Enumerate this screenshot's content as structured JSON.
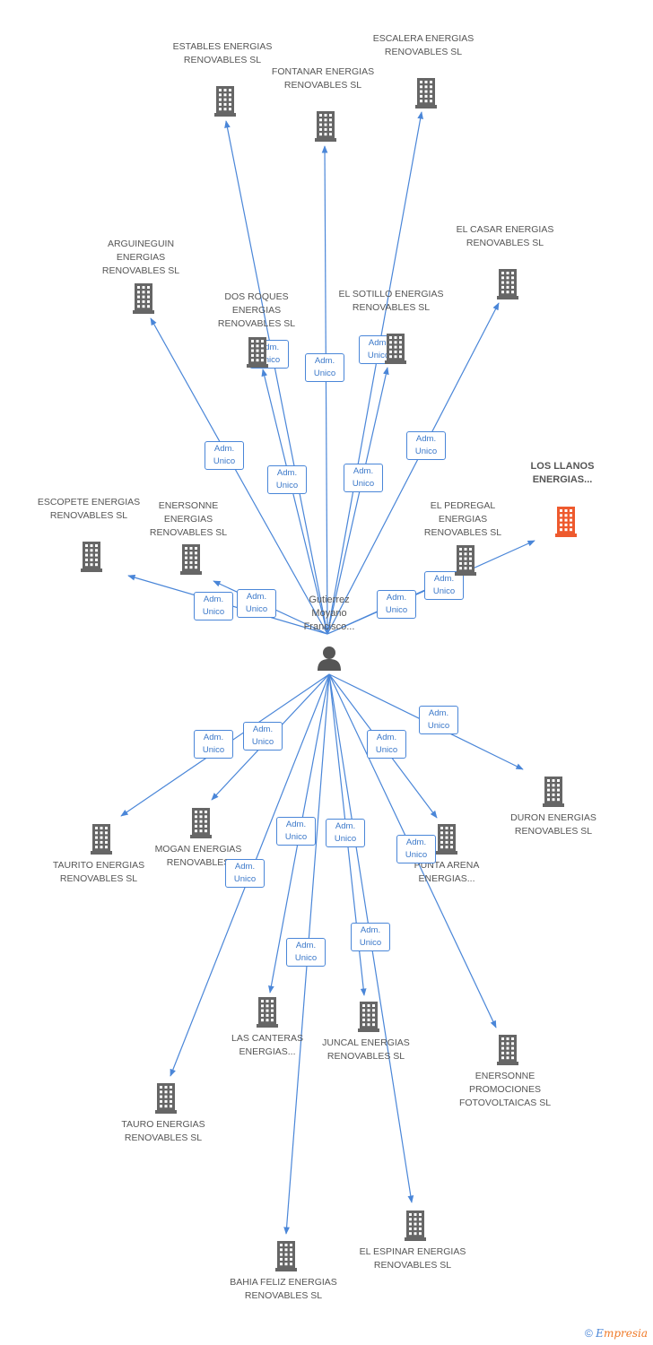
{
  "colors": {
    "edge": "#4a86d8",
    "building": "#666666",
    "focus": "#ee5a2e",
    "person": "#555555"
  },
  "person": {
    "label": "Gutierrez Moyano Francisco...",
    "icon": "person-icon"
  },
  "role_label_line1": "Adm.",
  "role_label_line2": "Unico",
  "nodes": [
    {
      "id": "estables",
      "label": "ESTABLES ENERGIAS RENOVABLES SL"
    },
    {
      "id": "fontanar",
      "label": "FONTANAR ENERGIAS RENOVABLES SL"
    },
    {
      "id": "escalera",
      "label": "ESCALERA ENERGIAS RENOVABLES SL"
    },
    {
      "id": "arguineguin",
      "label": "ARGUINEGUIN ENERGIAS RENOVABLES SL"
    },
    {
      "id": "el-casar",
      "label": "EL CASAR ENERGIAS RENOVABLES SL"
    },
    {
      "id": "dos-roques",
      "label": "DOS ROQUES ENERGIAS RENOVABLES SL"
    },
    {
      "id": "el-sotillo",
      "label": "EL SOTILLO ENERGIAS RENOVABLES SL"
    },
    {
      "id": "los-llanos",
      "label": "LOS LLANOS ENERGIAS...",
      "focus": true
    },
    {
      "id": "escopete",
      "label": "ESCOPETE ENERGIAS RENOVABLES SL"
    },
    {
      "id": "enersonne",
      "label": "ENERSONNE ENERGIAS RENOVABLES SL"
    },
    {
      "id": "el-pedregal",
      "label": "EL PEDREGAL ENERGIAS RENOVABLES SL"
    },
    {
      "id": "duron",
      "label": "DURON ENERGIAS RENOVABLES SL"
    },
    {
      "id": "taurito",
      "label": "TAURITO ENERGIAS RENOVABLES SL"
    },
    {
      "id": "mogan",
      "label": "MOGAN ENERGIAS RENOVABLES"
    },
    {
      "id": "punta-arena",
      "label": "PUNTA ARENA ENERGIAS..."
    },
    {
      "id": "las-canteras",
      "label": "LAS CANTERAS ENERGIAS..."
    },
    {
      "id": "juncal",
      "label": "JUNCAL ENERGIAS RENOVABLES SL"
    },
    {
      "id": "enersonne-promociones",
      "label": "ENERSONNE PROMOCIONES FOTOVOLTAICAS SL"
    },
    {
      "id": "tauro",
      "label": "TAURO ENERGIAS RENOVABLES SL"
    },
    {
      "id": "el-espinar",
      "label": "EL ESPINAR ENERGIAS RENOVABLES SL"
    },
    {
      "id": "bahia-feliz",
      "label": "BAHIA FELIZ ENERGIAS RENOVABLES SL"
    }
  ],
  "footer": {
    "copyright": "©",
    "brand_initial": "E",
    "brand_rest": "mpresia"
  }
}
